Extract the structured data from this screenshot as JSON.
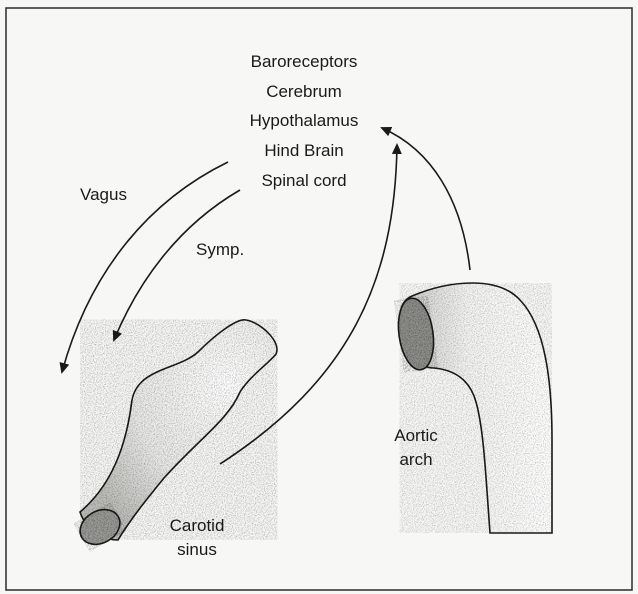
{
  "centers": [
    "Baroreceptors",
    "Cerebrum",
    "Hypothalamus",
    "Hind Brain",
    "Spinal cord"
  ],
  "labels": {
    "vagus": "Vagus",
    "symp": "Symp.",
    "carotid_line1": "Carotid",
    "carotid_line2": "sinus",
    "aortic_line1": "Aortic",
    "aortic_line2": "arch"
  },
  "colors": {
    "ink": "#1a1a1a",
    "paper": "#f7f7f5",
    "frame": "#2b2b2b"
  }
}
